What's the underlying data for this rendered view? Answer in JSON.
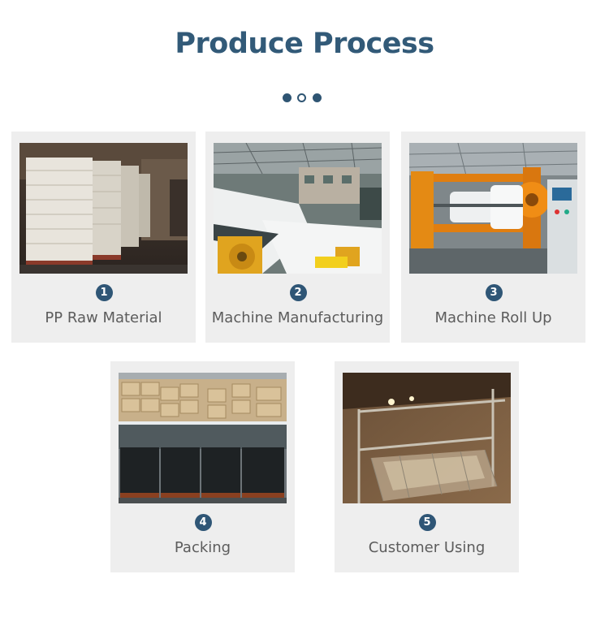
{
  "header": {
    "title": "Produce Process"
  },
  "carousel_dots": {
    "count": 3,
    "active": 2
  },
  "steps": [
    {
      "number": "1",
      "label": "PP Raw Material"
    },
    {
      "number": "2",
      "label": "Machine Manufacturing"
    },
    {
      "number": "3",
      "label": "Machine Roll Up"
    },
    {
      "number": "4",
      "label": "Packing"
    },
    {
      "number": "5",
      "label": "Customer Using"
    }
  ],
  "colors": {
    "title": "#325a78",
    "badge": "#2f5676",
    "card_bg": "#eeeeee",
    "label": "#5c5c5c"
  }
}
